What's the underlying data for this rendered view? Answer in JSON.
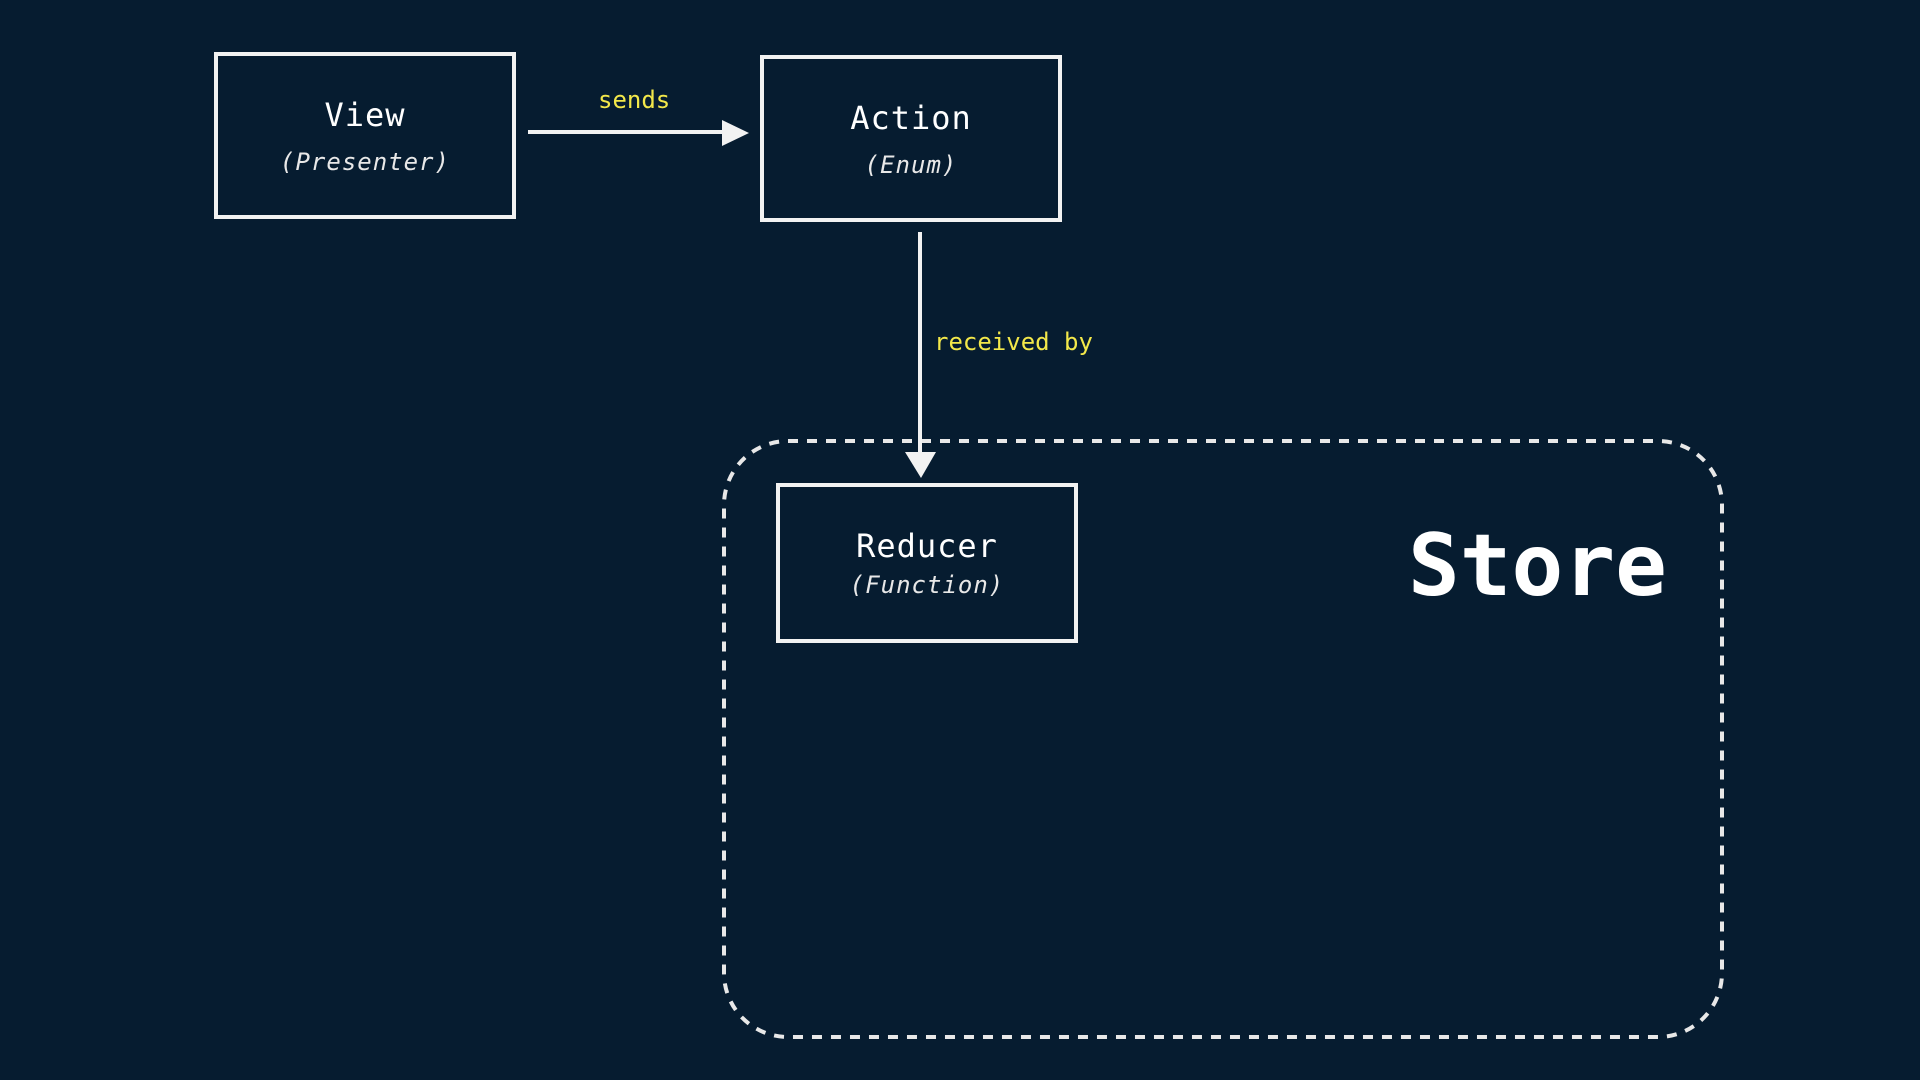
{
  "nodes": {
    "view": {
      "title": "View",
      "subtitle": "(Presenter)"
    },
    "action": {
      "title": "Action",
      "subtitle": "(Enum)"
    },
    "reducer": {
      "title": "Reducer",
      "subtitle": "(Function)"
    }
  },
  "edges": {
    "view_to_action": "sends",
    "action_to_reducer": "received by"
  },
  "groups": {
    "store": {
      "label": "Store"
    }
  },
  "colors": {
    "background": "#061c30",
    "stroke": "#f2f2f2",
    "edge_label": "#f3e84a"
  }
}
